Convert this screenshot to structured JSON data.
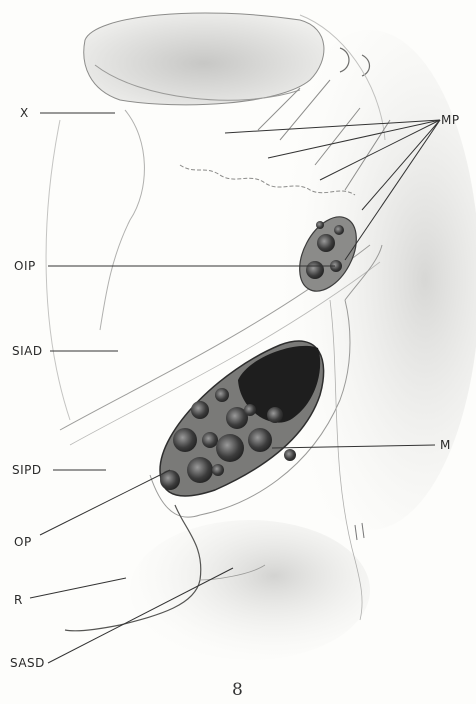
{
  "labels": {
    "x": "X",
    "mp": "MP",
    "oip": "OIP",
    "siad": "SIAD",
    "sipd": "SIPD",
    "op": "OP",
    "m": "M",
    "r": "R",
    "sasd": "SASD"
  },
  "plate_number": "8"
}
